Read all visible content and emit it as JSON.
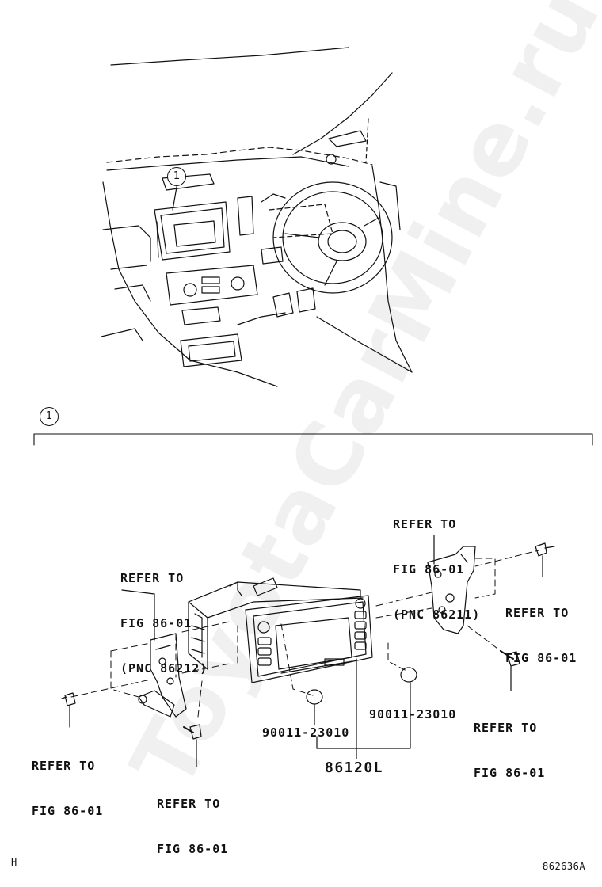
{
  "watermark": "ToyotaCarMine.ru",
  "callout_number": "1",
  "labels": {
    "refer_top_right": [
      "REFER TO",
      "FIG 86-01",
      "(PNC 86211)"
    ],
    "refer_top_left": [
      "REFER TO",
      "FIG 86-01",
      "(PNC 86212)"
    ],
    "refer_right_bolt": [
      "REFER TO",
      "FIG 86-01"
    ],
    "refer_right_screw": [
      "REFER TO",
      "FIG 86-01"
    ],
    "refer_left_bolt": [
      "REFER TO",
      "FIG 86-01"
    ],
    "refer_bottom_screw": [
      "REFER TO",
      "FIG 86-01"
    ],
    "part_cap_left": "90011-23010",
    "part_cap_right": "90011-23010",
    "part_main_unit": "86120L"
  },
  "footer": {
    "left_code": "H",
    "figure_id": "862636A"
  }
}
